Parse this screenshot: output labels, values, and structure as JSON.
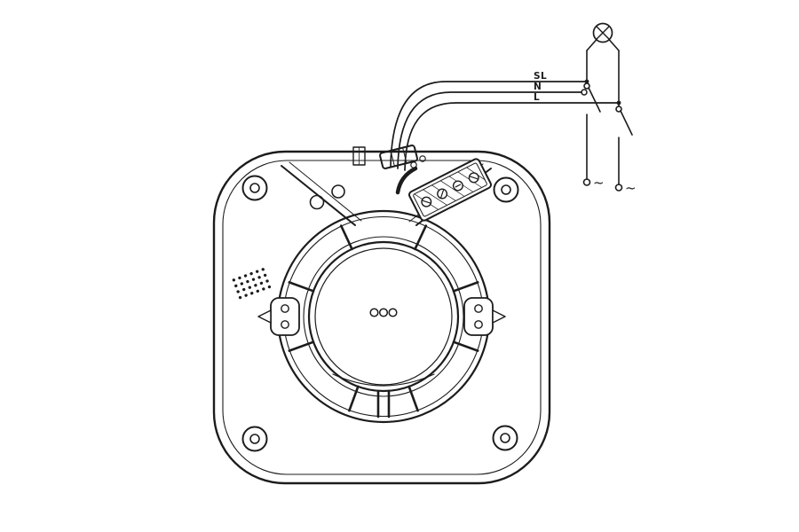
{
  "colors": {
    "ink": "#1c1c1c",
    "background": "#ffffff"
  },
  "wiring": {
    "wire_labels": {
      "sl": "SL",
      "n": "N",
      "l": "L"
    },
    "supply_marks": {
      "left": "~",
      "right": "~"
    }
  }
}
